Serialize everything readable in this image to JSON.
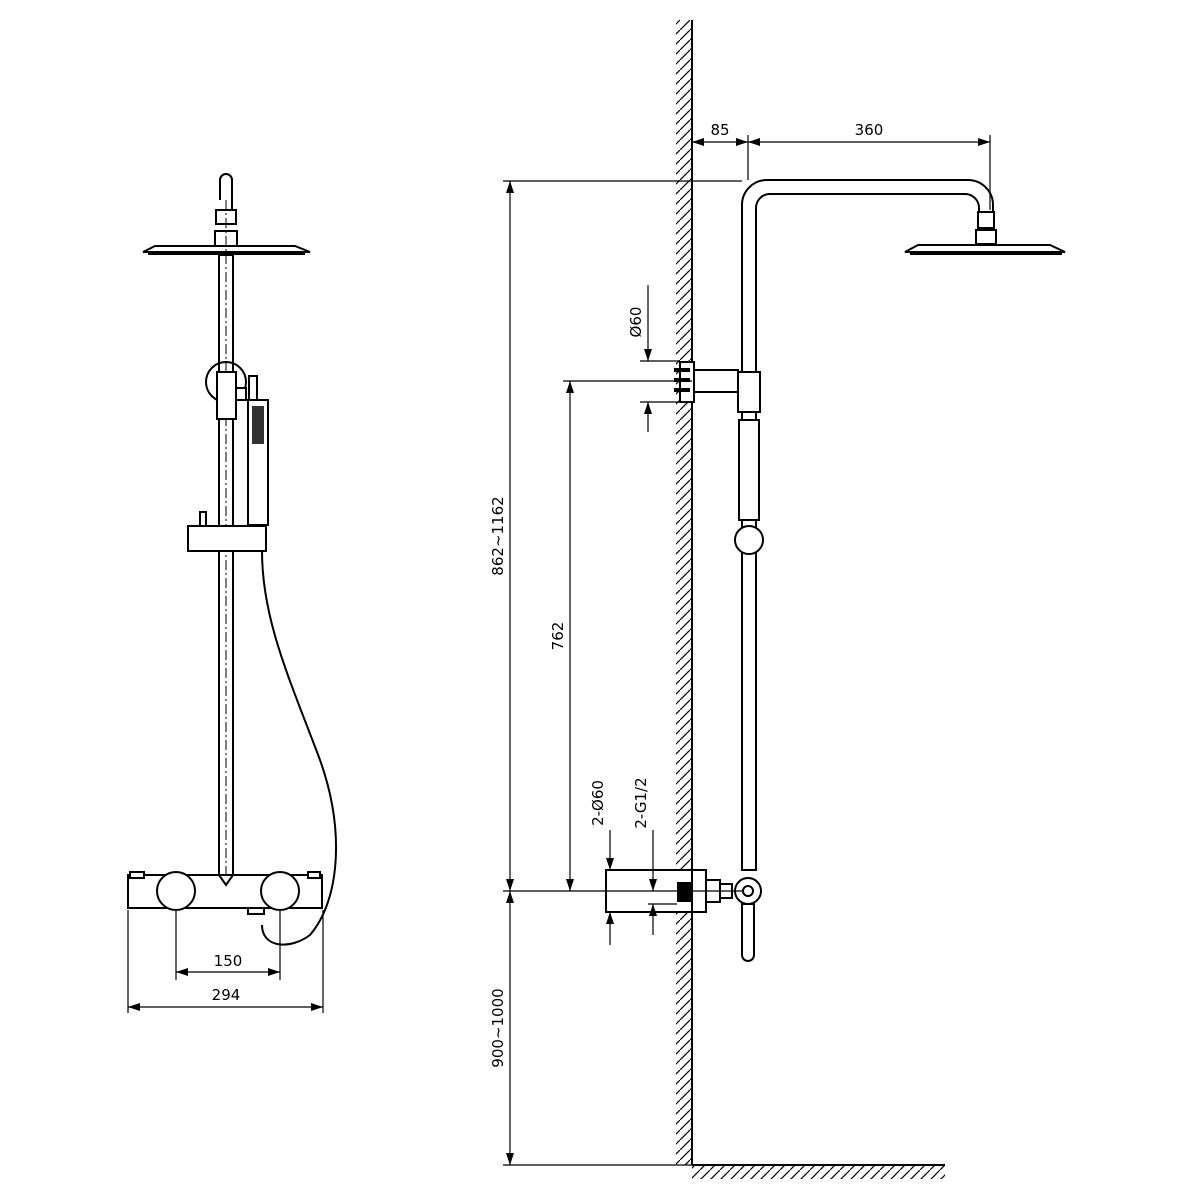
{
  "drawing": {
    "front_view": {
      "dim_handle_spacing": "150",
      "dim_body_width": "294"
    },
    "side_view": {
      "dim_wall_offset": "85",
      "dim_arm_length": "360",
      "dim_bracket_diameter": "Ø60",
      "dim_total_height": "862~1162",
      "dim_bracket_height": "762",
      "dim_flange_diameter": "2-Ø60",
      "dim_thread": "2-G1/2",
      "dim_floor_height": "900~1000"
    }
  }
}
